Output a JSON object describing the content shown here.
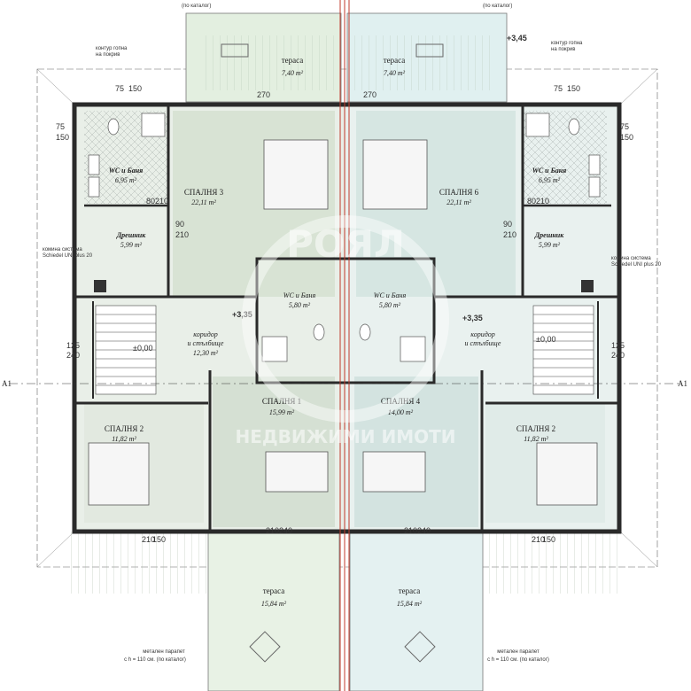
{
  "top_notes": {
    "left": "(по каталог)",
    "right": "(по каталог)"
  },
  "roof_contour": {
    "label_line1": "контур гопна",
    "label_line2": "на покрив"
  },
  "elevation_top": "+3,45",
  "left_unit": {
    "terrace_top": {
      "name": "тераса",
      "area": "7,40 m²"
    },
    "bedroom3": {
      "name": "СПАЛНЯ 3",
      "area": "22,11 m²"
    },
    "wc_bath": {
      "name": "WC и Баня",
      "area": "6,95 m²"
    },
    "wardrobe": {
      "name": "Дрешник",
      "area": "5,99 m²"
    },
    "wc_bath_small": {
      "name": "WC и Баня",
      "area": "5,80 m²"
    },
    "corridor": {
      "name_line1": "коридор",
      "name_line2": "и стълбище",
      "area": "12,30 m²"
    },
    "elevation": "+3,35",
    "stair_elev": "±0,00",
    "bedroom2": {
      "name": "СПАЛНЯ 2",
      "area": "11,82 m²"
    },
    "bedroom1": {
      "name": "СПАЛНЯ 1",
      "area": "15,99 m²"
    },
    "terrace_bottom": {
      "name": "тераса",
      "area": "15,84 m²"
    },
    "parapet_line1": "метален парапет",
    "parapet_line2": "с h = 110 см. (по каталог)",
    "chimney_line1": "комина система",
    "chimney_line2": "Schiedel UNI plus 20"
  },
  "right_unit": {
    "terrace_top": {
      "name": "тераса",
      "area": "7,40 m²"
    },
    "bedroom6": {
      "name": "СПАЛНЯ 6",
      "area": "22,11 m²"
    },
    "wc_bath": {
      "name": "WC и Баня",
      "area": "6,95 m²"
    },
    "wardrobe": {
      "name": "Дрешник",
      "area": "5,99 m²"
    },
    "wc_bath_small": {
      "name": "WC и Баня",
      "area": "5,80 m²"
    },
    "corridor": {
      "name_line1": "коридор",
      "name_line2": "и стълбище",
      "area": ""
    },
    "elevation": "+3,35",
    "stair_elev": "±0,00",
    "bedroom2": {
      "name": "СПАЛНЯ 2",
      "area": "11,82 m²"
    },
    "bedroom4": {
      "name": "СПАЛНЯ 4",
      "area": "14,00 m²"
    },
    "terrace_bottom": {
      "name": "тераса",
      "area": "15,84 m²"
    },
    "parapet_line1": "метален парапет",
    "parapet_line2": "с h = 110 см. (по каталог)",
    "chimney_line1": "комина система",
    "chimney_line2": "Schiedel UNI plus 20"
  },
  "section_marks": {
    "left": "A1",
    "right": "A1"
  },
  "dimensions": {
    "d75": "75",
    "d150": "150",
    "d270": "270",
    "d210": "210",
    "d80": "80",
    "d90": "90",
    "d125": "125",
    "d240": "240"
  },
  "watermark": {
    "main": "РОЯЛ",
    "sub": "НЕДВИЖИМИ ИМОТИ"
  },
  "colors": {
    "green_tint": "#dde9dc",
    "blue_tint": "#dfeceb",
    "wall": "#2a2a2a",
    "axis_red": "#c0392b"
  }
}
